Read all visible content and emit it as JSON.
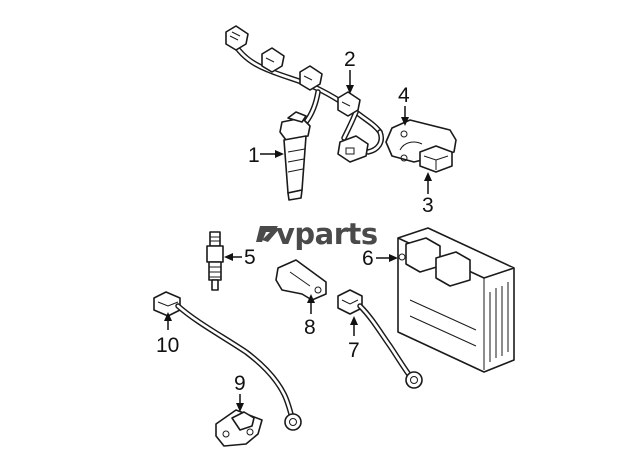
{
  "watermark": {
    "text": "vparts",
    "color": "#4a4a4a"
  },
  "callouts": [
    {
      "id": "1",
      "label": "1",
      "part": "ignition-coil"
    },
    {
      "id": "2",
      "label": "2",
      "part": "coil-harness-clip"
    },
    {
      "id": "3",
      "label": "3",
      "part": "module-connector"
    },
    {
      "id": "4",
      "label": "4",
      "part": "control-module"
    },
    {
      "id": "5",
      "label": "5",
      "part": "spark-plug"
    },
    {
      "id": "6",
      "label": "6",
      "part": "ecm"
    },
    {
      "id": "7",
      "label": "7",
      "part": "knock-sensor"
    },
    {
      "id": "8",
      "label": "8",
      "part": "bracket"
    },
    {
      "id": "9",
      "label": "9",
      "part": "crankshaft-sensor"
    },
    {
      "id": "10",
      "label": "10",
      "part": "oxygen-sensor"
    }
  ]
}
